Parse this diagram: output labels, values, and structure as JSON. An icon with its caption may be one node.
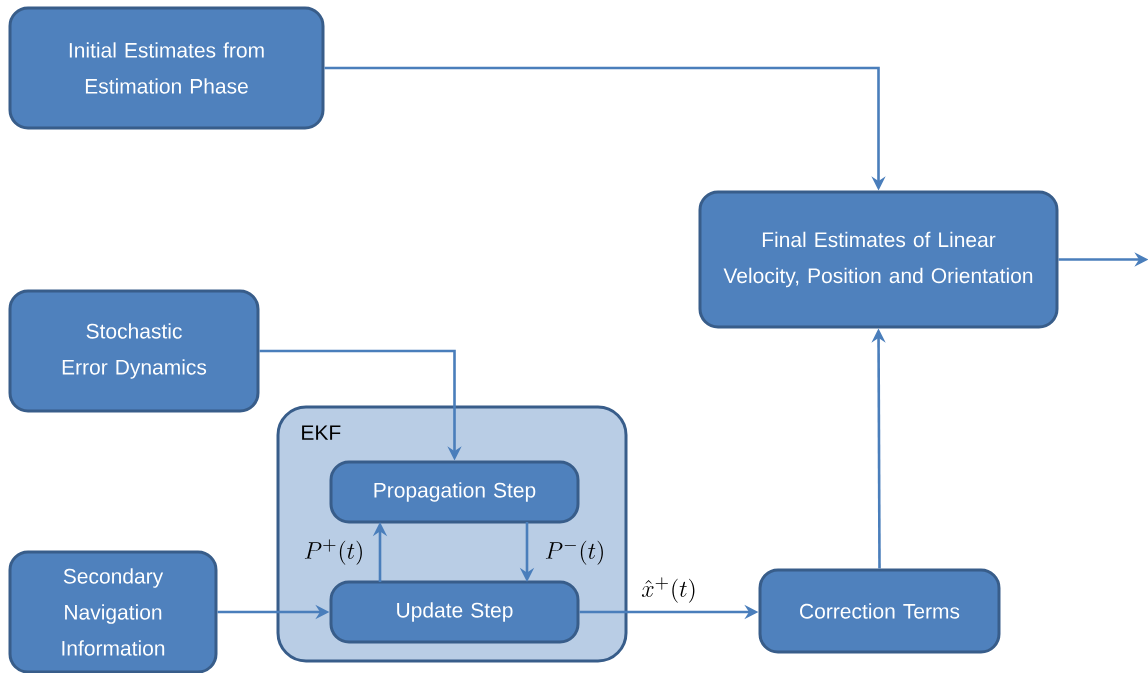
{
  "diagram": {
    "nodes": [
      {
        "text": [
          "Initial Estimates from Estimation Phase"
        ]
      },
      {
        "text": [
          "Final Estimates of Linear Velocity, Position and Orientation"
        ]
      },
      {
        "text": [
          "Stochastic Error Dynamics"
        ]
      },
      {
        "text": [
          "EKF"
        ]
      },
      {
        "text": [
          "Propagation Step"
        ],
        "in": 3
      },
      {
        "text": [
          "Update Step"
        ],
        "in": 3
      },
      {
        "text": [
          "Secondary Navigation Information"
        ]
      },
      {
        "text": [
          "Correction Terms"
        ]
      }
    ],
    "edges": [
      {
        "from": 0,
        "to": 1,
        "arrow": "to"
      },
      {
        "from": 2,
        "to": 4,
        "arrow": "to"
      },
      {
        "from": 5,
        "to": 4,
        "arrow": "to",
        "label": "P^{+}(t)"
      },
      {
        "from": 4,
        "to": 5,
        "arrow": "to",
        "label": "P^{-}(t)"
      },
      {
        "from": 6,
        "to": 5,
        "arrow": "to"
      },
      {
        "from": 5,
        "to": 7,
        "arrow": "to",
        "label": "\\hat{x}^{+}(t)"
      },
      {
        "from": 7,
        "to": 1,
        "arrow": "to"
      },
      {
        "from": 1,
        "to": null,
        "arrow": "to"
      }
    ]
  }
}
